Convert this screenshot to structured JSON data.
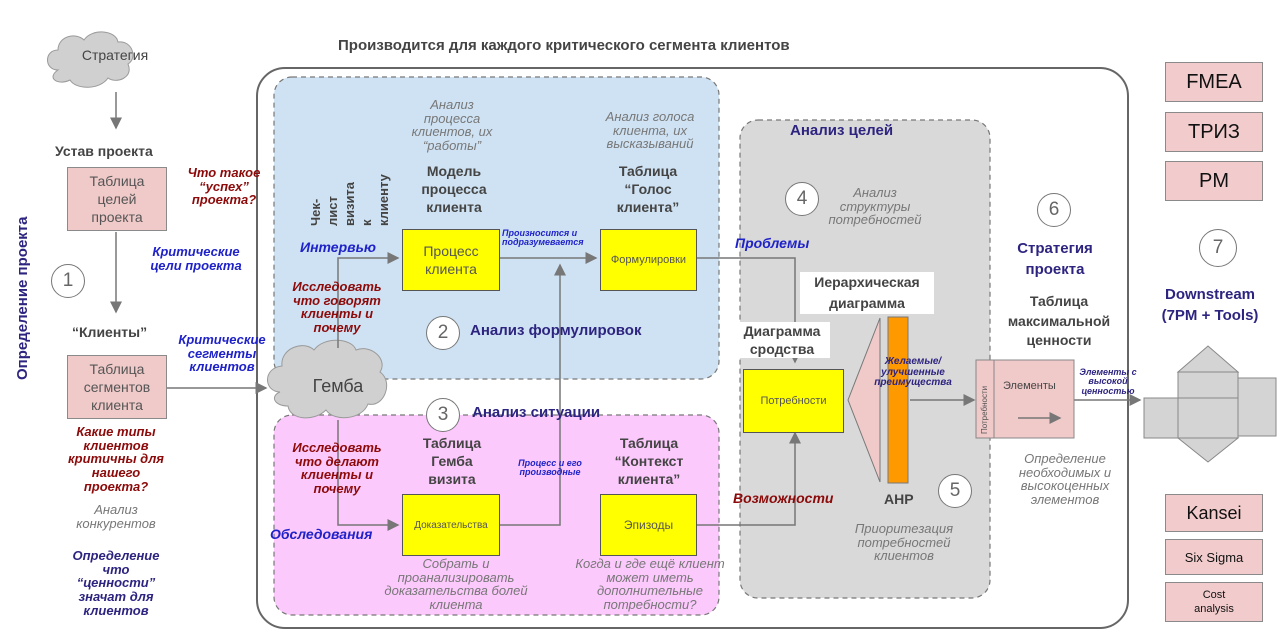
{
  "title": "Производится для каждого критического сегмента клиентов",
  "left": {
    "strategy_cloud": "Стратегия",
    "side_label": "Определение проекта",
    "step1": "1",
    "charter_title": "Устав проекта",
    "goals_table": "Таблица\nцелей\nпроекта",
    "success_q": "Что такое\n“успех”\nпроекта?",
    "critical_goals": "Критические\nцели проекта",
    "clients_title": "“Клиенты”",
    "segments_table": "Таблица\nсегментов\nклиента",
    "critical_segments": "Критические\nсегменты\nклиентов",
    "client_types_q": "Какие типы\nклиентов\nкритичны для\nнашего\nпроекта?",
    "competitor_analysis": "Анализ\nконкурентов",
    "value_def": "Определение\nчто\n“ценности”\nзначат для\nклиентов"
  },
  "gemba": {
    "cloud": "Гемба",
    "checklist": "Чек-лист\nвизита к\nклиенту",
    "interview": "Интервью",
    "research_say": "Исследовать\nчто говорят\nклиенты и\nпочему",
    "research_do": "Исследовать\nчто делают\nклиенты и\nпочему",
    "surveys": "Обследования"
  },
  "blue_zone": {
    "step": "2",
    "title": "Анализ формулировок",
    "process_analysis": "Анализ\nпроцесса\nклиентов, их\n“работы”",
    "model_title": "Модель\nпроцесса\nклиента",
    "process_box": "Процесс\nклиента",
    "voice_analysis": "Анализ голоса\nклиента, их\nвысказываний",
    "voice_title": "Таблица\n“Голос\nклиента”",
    "wording_box": "Формулировки",
    "said_implied": "Произносится и\nподразумевается"
  },
  "pink_zone": {
    "step": "3",
    "title": "Анализ ситуации",
    "gemba_table_title": "Таблица\nГемба\nвизита",
    "evidence_box": "Доказательства",
    "collect": "Собрать и\nпроанализировать\nдоказательства болей\nклиента",
    "process_prod": "Процесс и его\nпроизводные",
    "context_title": "Таблица\n“Контекст\nклиента”",
    "episodes_box": "Эпизоды",
    "when_where": "Когда и где ещё клиент\nможет иметь\nдополнительные\nпотребности?"
  },
  "goals_zone": {
    "title": "Анализ целей",
    "step4": "4",
    "needs_structure": "Анализ\nструктуры\nпотребностей",
    "problems": "Проблемы",
    "opportunities": "Возможности",
    "affinity_title": "Диаграмма\nсродства",
    "needs_box": "Потребности",
    "hierarchy_title": "Иерархическая\nдиаграмма",
    "desired_benefits": "Желаемые/\nулучшенные\nпреимущества",
    "ahp": "AHP",
    "step5": "5",
    "prioritization": "Приоритезация\nпотребностей\nклиентов"
  },
  "strategy": {
    "step6": "6",
    "title": "Стратегия\nпроекта",
    "table_title": "Таблица\nмаксимальной\nценности",
    "needs_col": "Потребности",
    "elements_col": "Элементы",
    "high_value": "Элементы с\nвысокой\nценностью",
    "definition": "Определение\nнеобходимых и\nвысокоценных\nэлементов"
  },
  "downstream": {
    "step7": "7",
    "title": "Downstream\n(7PM + Tools)"
  },
  "tools": [
    "FMEA",
    "ТРИЗ",
    "PM",
    "Kansei",
    "Six Sigma",
    "Cost\nanalysis"
  ],
  "colors": {
    "blue_zone": "#cfe2f3",
    "pink_zone": "#fcc9fc",
    "gray_zone": "#d9d9d9",
    "yellow": "#ffff00",
    "orange": "#ff9900",
    "pink_box": "#f0c9c9",
    "navy_text": "#2d2480",
    "blue_text": "#1f22c8",
    "red_text": "#8c0a0a"
  }
}
